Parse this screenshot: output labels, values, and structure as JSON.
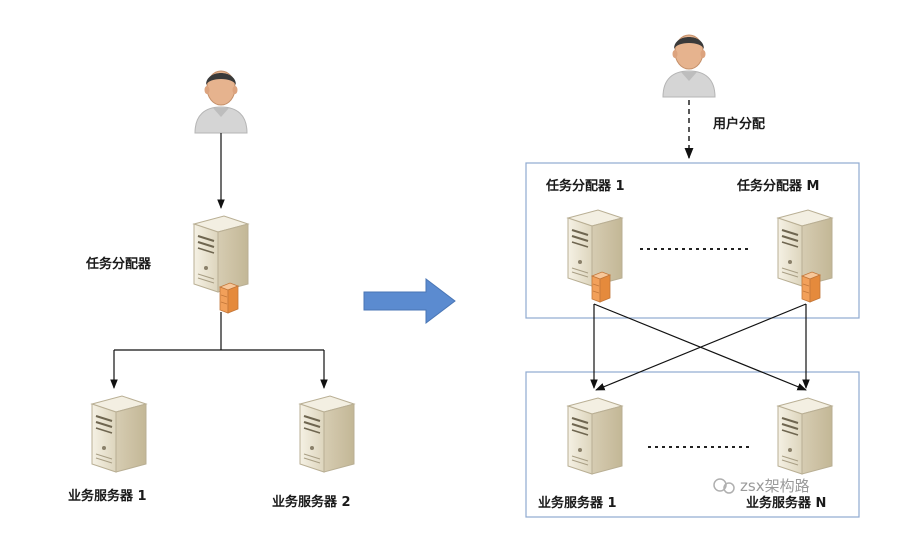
{
  "left": {
    "dispatcher_label": "任务分配器",
    "server1_label": "业务服务器 1",
    "server2_label": "业务服务器 2"
  },
  "right": {
    "user_dispatch_label": "用户分配",
    "dispatcher1_label": "任务分配器 1",
    "dispatcherM_label": "任务分配器 M",
    "server1_label": "业务服务器 1",
    "serverN_label": "业务服务器 N"
  },
  "watermark": "zsx架构路",
  "colors": {
    "arrow_fill": "#5b8bd0",
    "box_border": "#8faad0",
    "server_body": "#e9e3d1",
    "firewall": "#f2a05a",
    "person_shirt": "#d5d5d5",
    "person_skin": "#e6b38e"
  }
}
